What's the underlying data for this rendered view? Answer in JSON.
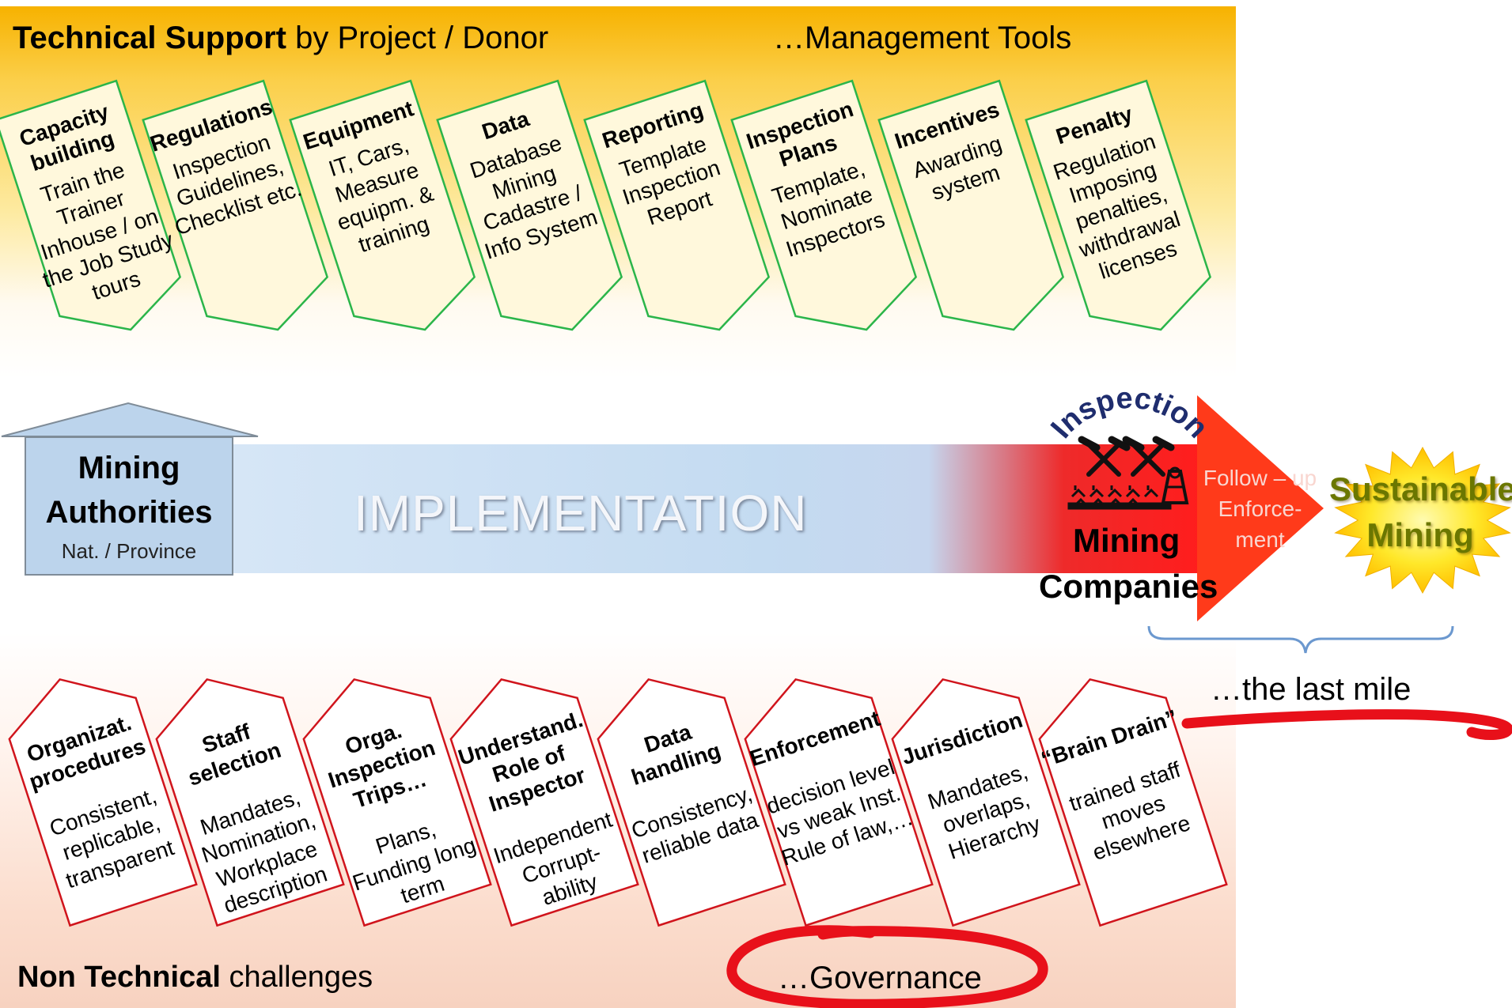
{
  "header": {
    "title_bold": "Technical Support",
    "title_rest": " by Project / Donor",
    "right_label": "…Management Tools"
  },
  "top_cards": [
    {
      "title": "Capacity building",
      "body": "Train the Trainer Inhouse / on the Job Study tours"
    },
    {
      "title": "Regulations",
      "body": "Inspection Guidelines, Checklist etc."
    },
    {
      "title": "Equipment",
      "body": "IT, Cars, Measure equipm. & training"
    },
    {
      "title": "Data",
      "body": "Database Mining Cadastre / Info System"
    },
    {
      "title": "Reporting",
      "body": "Template Inspection Report"
    },
    {
      "title": "Inspection Plans",
      "body": "Template, Nominate Inspectors"
    },
    {
      "title": "Incentives",
      "body": "Awarding system"
    },
    {
      "title": "Penalty",
      "body": "Regulation Imposing penalties, withdrawal licenses"
    }
  ],
  "middle": {
    "authority_title_1": "Mining",
    "authority_title_2": "Authorities",
    "authority_sub": "Nat. / Province",
    "implementation": "IMPLEMENTATION",
    "inspection_arc": "Inspection",
    "companies_1": "Mining",
    "companies_2": "Companies",
    "follow_up_1": "Follow – up",
    "follow_up_2": "Enforce-",
    "follow_up_3": "ment",
    "sustainable_1": "Sustainable",
    "sustainable_2": "Mining",
    "last_mile": "…the last mile"
  },
  "bottom_cards": [
    {
      "title": "Organizat. procedures",
      "body": "Consistent, replicable, transparent"
    },
    {
      "title": "Staff selection",
      "body": "Mandates, Nomination, Workplace description"
    },
    {
      "title": "Orga. Inspection Trips…",
      "body": "Plans, Funding long term"
    },
    {
      "title": "Understand. Role of Inspector",
      "body": "Independent Corrupt- ability"
    },
    {
      "title": "Data handling",
      "body": "Consistency, reliable data"
    },
    {
      "title": "Enforcement",
      "body": "decision level vs weak Inst. Rule of law,…"
    },
    {
      "title": "Jurisdiction",
      "body": "Mandates, overlaps, Hierarchy"
    },
    {
      "title": "“Brain Drain”",
      "body": "trained staff moves elsewhere"
    }
  ],
  "footer": {
    "title_bold": "Non Technical",
    "title_rest": " challenges",
    "governance": "…Governance"
  },
  "colors": {
    "card_border_top": "#2bb54a",
    "card_border_bottom": "#d0141c",
    "highlight_red": "#e8101a",
    "brace_blue": "#6b98cf"
  }
}
